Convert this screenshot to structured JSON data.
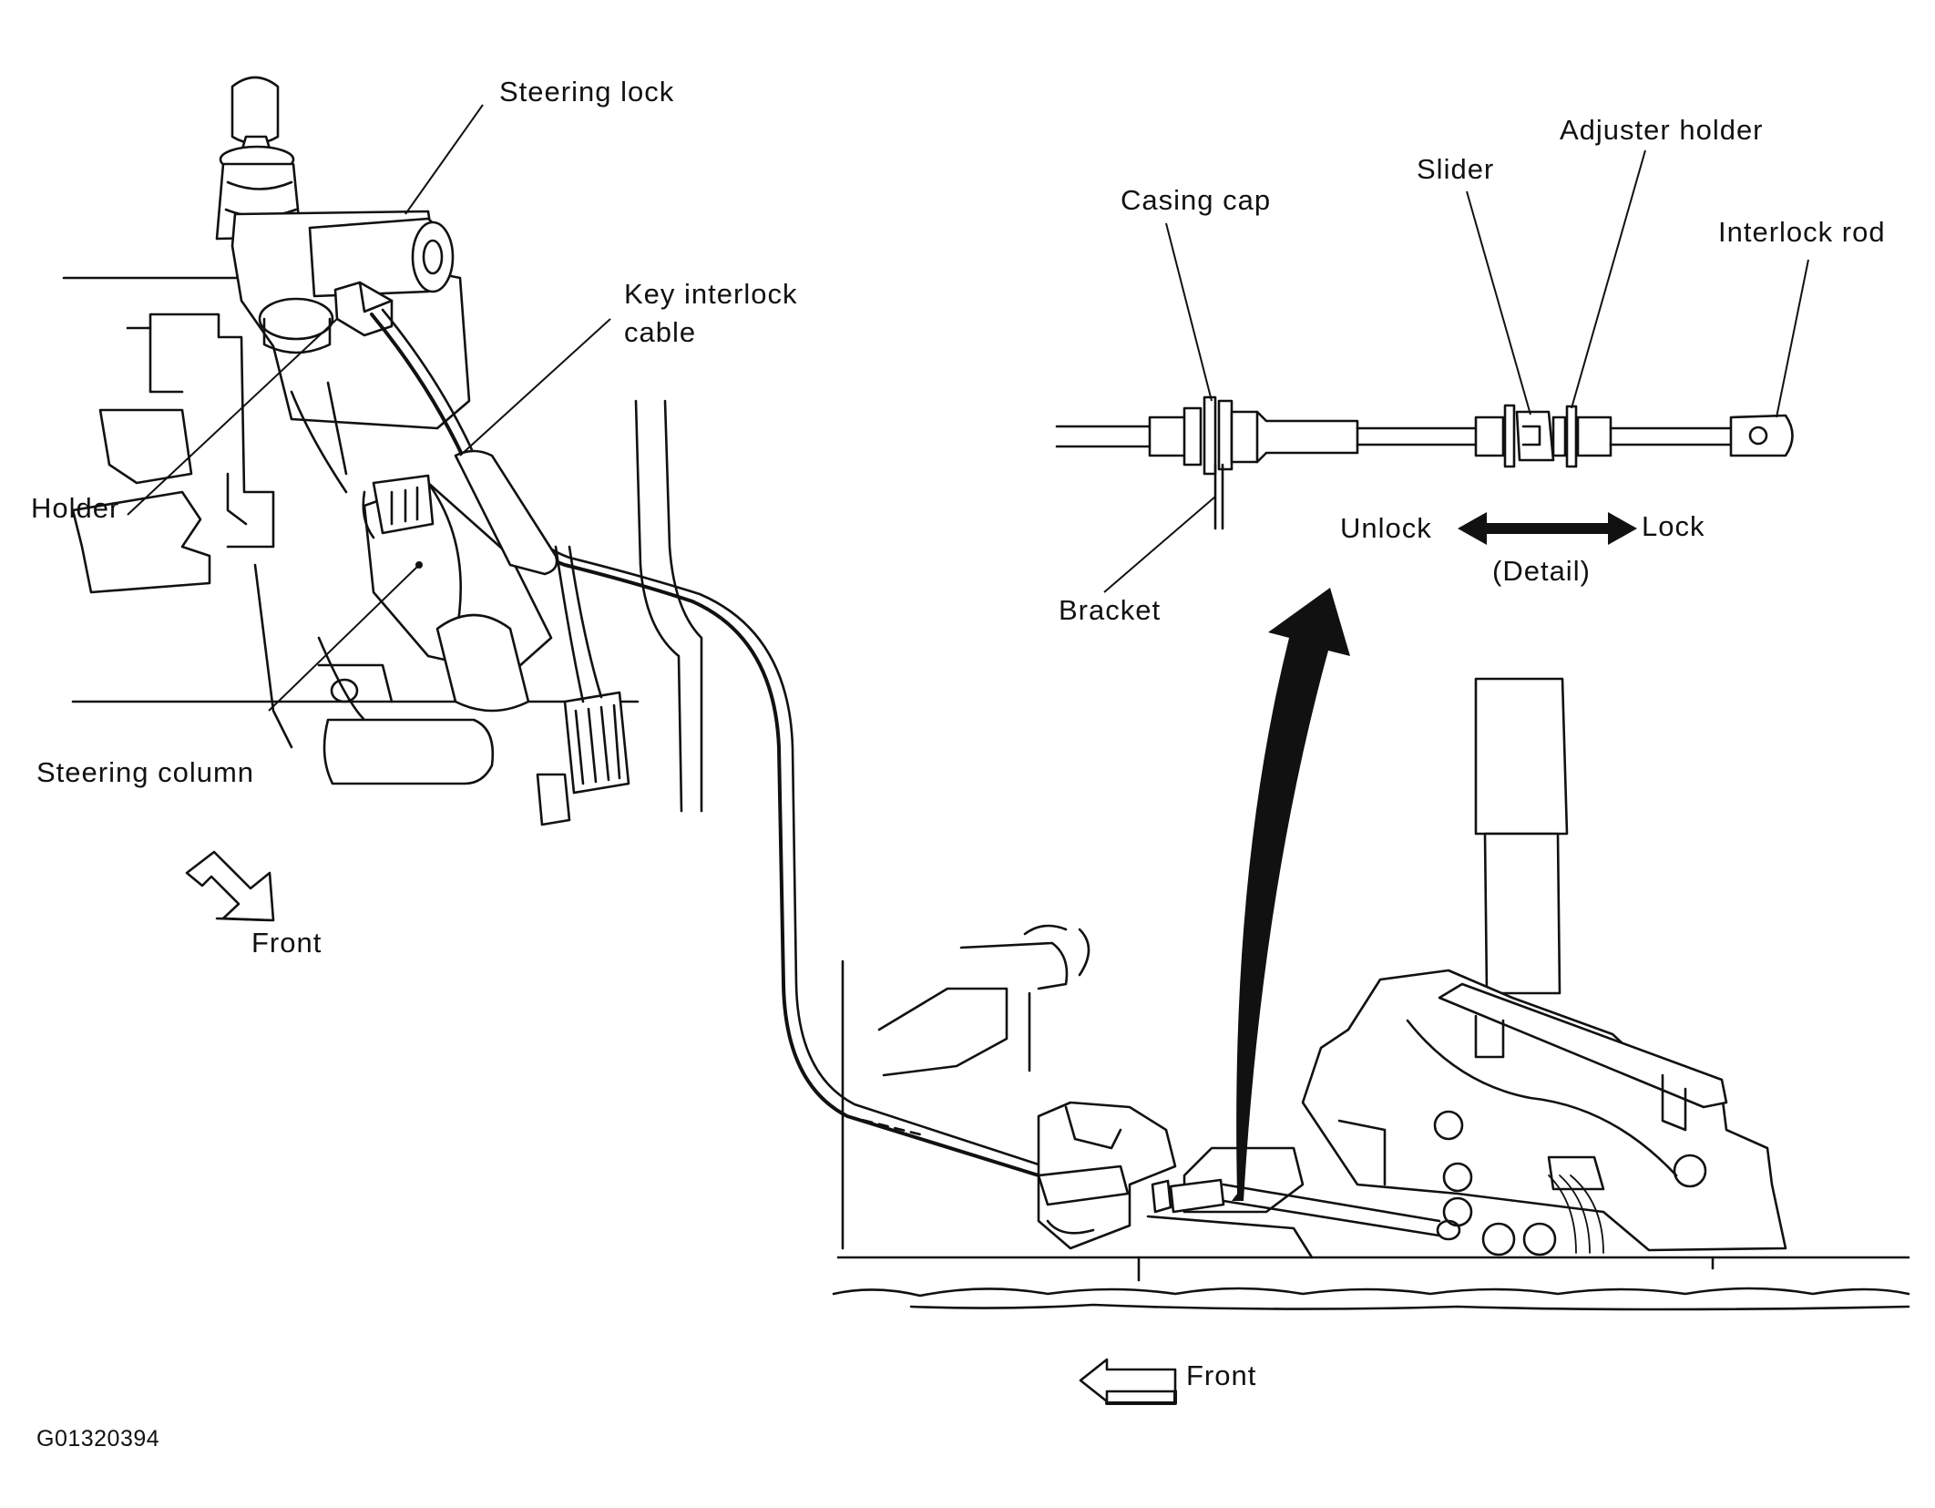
{
  "labels": {
    "steering_lock": "Steering lock",
    "key_interlock_cable_line1": "Key interlock",
    "key_interlock_cable_line2": "cable",
    "holder": "Holder",
    "steering_column": "Steering column",
    "front_upper": "Front",
    "casing_cap": "Casing cap",
    "slider": "Slider",
    "adjuster_holder": "Adjuster holder",
    "interlock_rod": "Interlock rod",
    "bracket": "Bracket",
    "unlock": "Unlock",
    "lock": "Lock",
    "detail": "(Detail)",
    "front_lower": "Front",
    "figure_code": "G01320394"
  },
  "icons": {
    "front_arrow_upper": "bent-arrow-icon",
    "front_arrow_lower": "left-arrow-icon",
    "lock_direction": "double-headed-arrow-icon",
    "detail_pointer": "curved-arrow-icon"
  },
  "colors": {
    "ink": "#111111",
    "paper": "#ffffff"
  }
}
